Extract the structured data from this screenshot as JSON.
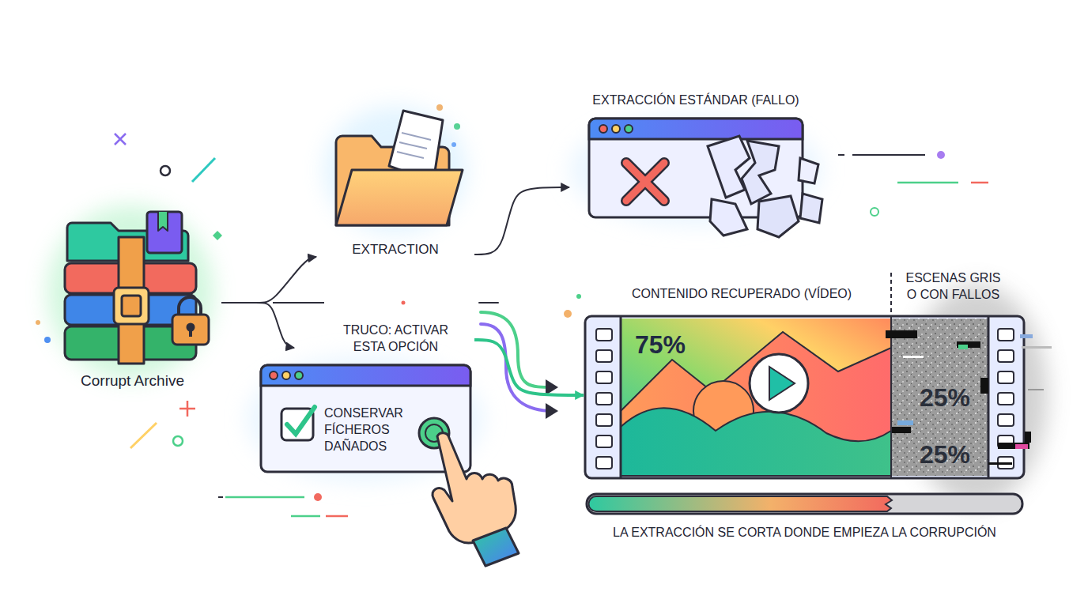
{
  "diagram": {
    "nodes": [
      {
        "text": [
          "Corrupt Archive"
        ]
      },
      {
        "text": [
          "EXTRACTION"
        ]
      },
      {
        "text": [
          "TRUCO: ACTIVAR ESTA OPCIÓN",
          "CONSERVAR FÍCHEROS DAÑADOS"
        ]
      },
      {
        "text": [
          "EXTRACCIÓN ESTÁNDAR (FALLO)"
        ]
      },
      {
        "text": [
          "CONTENIDO RECUPERADO (VÍDEO)",
          "75%"
        ]
      },
      {
        "text": [
          "ESCENAS GRIS O CON FALLOS",
          "25%",
          "25%"
        ],
        "in": 4
      }
    ],
    "edges": [
      {
        "from": 0,
        "to": 1,
        "arrow": "to"
      },
      {
        "from": 0,
        "to": 2,
        "arrow": "to"
      },
      {
        "from": 1,
        "to": 3,
        "arrow": "to"
      },
      {
        "from": 2,
        "to": 4,
        "arrow": "to"
      }
    ],
    "labels": [
      "LA EXTRACCIÓN SE CORTA DONDE EMPIEZA LA CORRUPCIÓN"
    ]
  }
}
